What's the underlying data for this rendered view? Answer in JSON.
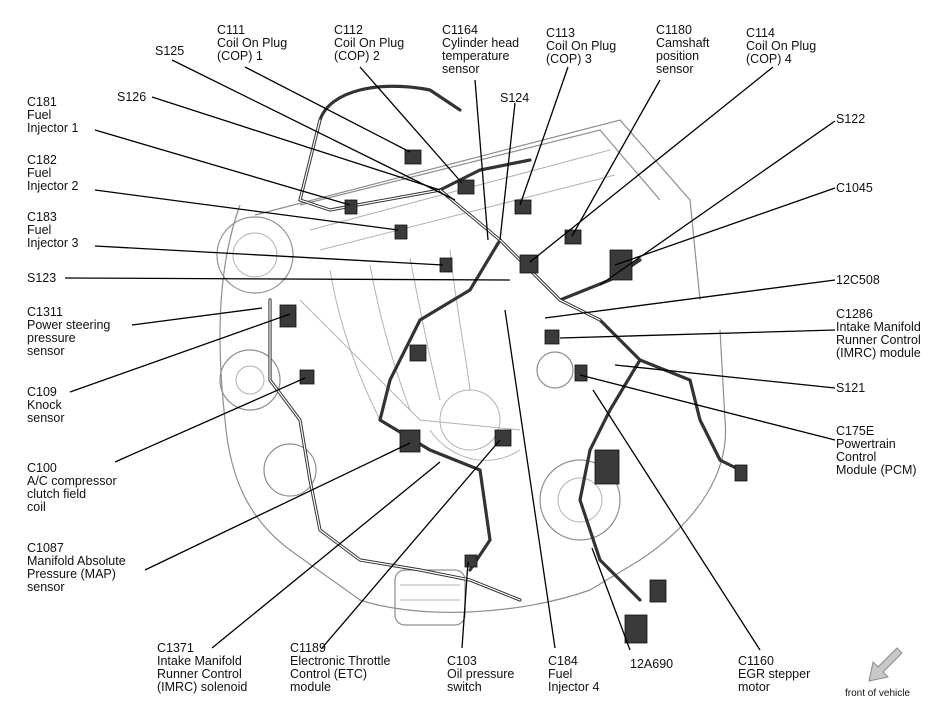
{
  "labels": [
    {
      "id": "c111",
      "lines": [
        "C111",
        "Coil On Plug",
        "(COP) 1"
      ]
    },
    {
      "id": "c112",
      "lines": [
        "C112",
        "Coil On Plug",
        "(COP) 2"
      ]
    },
    {
      "id": "c1164",
      "lines": [
        "C1164",
        "Cylinder head",
        "temperature",
        "sensor"
      ]
    },
    {
      "id": "c113",
      "lines": [
        "C113",
        "Coil On Plug",
        "(COP) 3"
      ]
    },
    {
      "id": "c1180",
      "lines": [
        "C1180",
        "Camshaft",
        "position",
        "sensor"
      ]
    },
    {
      "id": "c114",
      "lines": [
        "C114",
        "Coil On Plug",
        "(COP) 4"
      ]
    },
    {
      "id": "s125",
      "lines": [
        "S125"
      ]
    },
    {
      "id": "s126",
      "lines": [
        "S126"
      ]
    },
    {
      "id": "s124",
      "lines": [
        "S124"
      ]
    },
    {
      "id": "s122",
      "lines": [
        "S122"
      ]
    },
    {
      "id": "c181",
      "lines": [
        "C181",
        "Fuel",
        "Injector 1"
      ]
    },
    {
      "id": "c182",
      "lines": [
        "C182",
        "Fuel",
        "Injector 2"
      ]
    },
    {
      "id": "c1045",
      "lines": [
        "C1045"
      ]
    },
    {
      "id": "c183",
      "lines": [
        "C183",
        "Fuel",
        "Injector 3"
      ]
    },
    {
      "id": "s123",
      "lines": [
        "S123"
      ]
    },
    {
      "id": "12c508",
      "lines": [
        "12C508"
      ]
    },
    {
      "id": "c1311",
      "lines": [
        "C1311",
        "Power steering",
        "pressure",
        "sensor"
      ]
    },
    {
      "id": "c1286",
      "lines": [
        "C1286",
        "Intake Manifold",
        "Runner Control",
        "(IMRC) module"
      ]
    },
    {
      "id": "c109",
      "lines": [
        "C109",
        "Knock",
        "sensor"
      ]
    },
    {
      "id": "s121",
      "lines": [
        "S121"
      ]
    },
    {
      "id": "c175e",
      "lines": [
        "C175E",
        "Powertrain",
        "Control",
        "Module (PCM)"
      ]
    },
    {
      "id": "c100",
      "lines": [
        "C100",
        "A/C compressor",
        "clutch field",
        "coil"
      ]
    },
    {
      "id": "c1087",
      "lines": [
        "C1087",
        "Manifold Absolute",
        "Pressure (MAP)",
        "sensor"
      ]
    },
    {
      "id": "c1371",
      "lines": [
        "C1371",
        "Intake Manifold",
        "Runner Control",
        "(IMRC) solenoid"
      ]
    },
    {
      "id": "c1189",
      "lines": [
        "C1189",
        "Electronic Throttle",
        "Control (ETC)",
        "module"
      ]
    },
    {
      "id": "c103",
      "lines": [
        "C103",
        "Oil pressure",
        "switch"
      ]
    },
    {
      "id": "c184",
      "lines": [
        "C184",
        "Fuel",
        "Injector 4"
      ]
    },
    {
      "id": "12a690",
      "lines": [
        "12A690"
      ]
    },
    {
      "id": "c1160",
      "lines": [
        "C1160",
        "EGR stepper",
        "motor"
      ]
    }
  ],
  "front_of_vehicle": "front of vehicle",
  "colors": {
    "line": "#000000",
    "engine": "#8e8e8e",
    "harness": "#333333"
  }
}
